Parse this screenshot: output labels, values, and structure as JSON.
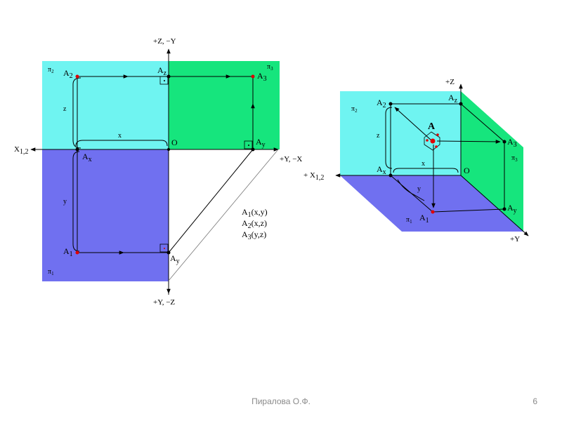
{
  "colors": {
    "pi2": "#6FF4F1",
    "pi3": "#16E57D",
    "pi1": "#7070F0",
    "point": "#E00000",
    "line": "#000000"
  },
  "left": {
    "axis_top": "+Z, −Y",
    "axis_left": "X",
    "axis_left_sub": "1,2",
    "axis_right": "+Y, −X",
    "axis_bottom": "+Y, −Z",
    "origin": "O",
    "plane_pi2": "π",
    "plane_pi2_sub": "2",
    "plane_pi3": "π",
    "plane_pi3_sub": "3",
    "plane_pi1": "π",
    "plane_pi1_sub": "1",
    "pt_a2": "A",
    "pt_a2_sub": "2",
    "pt_a3": "A",
    "pt_a3_sub": "3",
    "pt_a1": "A",
    "pt_a1_sub": "1",
    "pt_az": "A",
    "pt_az_sub": "z",
    "pt_ax": "A",
    "pt_ax_sub": "x",
    "pt_ay_right": "A",
    "pt_ay_right_sub": "y",
    "pt_ay_bottom": "A",
    "pt_ay_bottom_sub": "y",
    "dim_x": "x",
    "dim_z": "z",
    "dim_y": "y",
    "legend": [
      {
        "base": "A",
        "sub": "1",
        "rest": "(x,y)"
      },
      {
        "base": "A",
        "sub": "2",
        "rest": "(x,z)"
      },
      {
        "base": "A",
        "sub": "3",
        "rest": "(y,z)"
      }
    ]
  },
  "right": {
    "axis_z": "+Z",
    "axis_x": "+ X",
    "axis_x_sub": "1,2",
    "axis_y": "+Y",
    "origin": "O",
    "plane_pi2": "π",
    "plane_pi2_sub": "2",
    "plane_pi3": "π",
    "plane_pi3_sub": "3",
    "plane_pi1": "π",
    "plane_pi1_sub": "1",
    "pt_a": "A",
    "pt_a2": "A",
    "pt_a2_sub": "2",
    "pt_a3": "A",
    "pt_a3_sub": "3",
    "pt_a1": "A",
    "pt_a1_sub": "1",
    "pt_az": "A",
    "pt_az_sub": "z",
    "pt_ax": "A",
    "pt_ax_sub": "x",
    "pt_ay": "A",
    "pt_ay_sub": "y",
    "dim_x": "x",
    "dim_z": "z",
    "dim_y": "y"
  },
  "footer": {
    "author": "Пиралова О.Ф.",
    "page": "6"
  }
}
